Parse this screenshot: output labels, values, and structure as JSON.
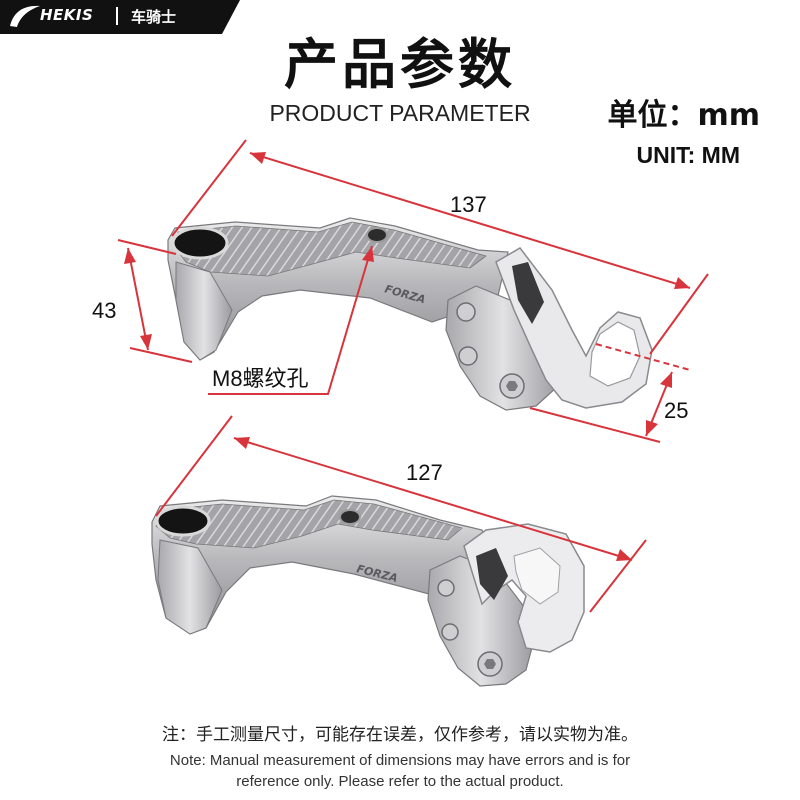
{
  "brand": {
    "logo_text": "HEKIS",
    "cn_name": "车骑士"
  },
  "title": {
    "cn": "产品参数",
    "en": "PRODUCT PARAMETER"
  },
  "unit": {
    "cn": "单位：mm",
    "en": "UNIT: MM"
  },
  "dimensions": {
    "top_length": "137",
    "height": "43",
    "hook_width": "25",
    "bottom_length": "127",
    "hole_label": "M8螺纹孔"
  },
  "product_text": {
    "engraving": "FORZA"
  },
  "note": {
    "cn": "注：手工测量尺寸，可能存在误差，仅作参考，请以实物为准。",
    "en_line1": "Note: Manual measurement of dimensions may have errors and is for",
    "en_line2": "reference only. Please refer to the actual product."
  },
  "colors": {
    "dimension_red": "#d8343c",
    "brand_bar": "#111111",
    "metal": "#c9c9cb"
  }
}
